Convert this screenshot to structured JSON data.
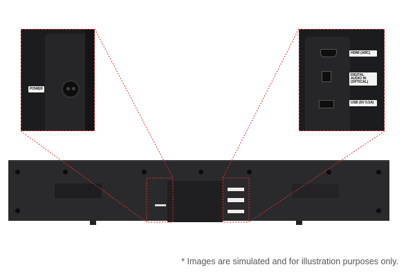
{
  "insets": {
    "left": {
      "label": "POWER"
    },
    "right": {
      "labels": [
        "HDMI (ARC)",
        "DIGITAL AUDIO IN (OPTICAL)",
        "USB (5V 0.5A)"
      ]
    }
  },
  "caption": "* Images are simulated and for illustration purposes only.",
  "colors": {
    "callout": "#e03030",
    "device": "#2a2a2c"
  }
}
